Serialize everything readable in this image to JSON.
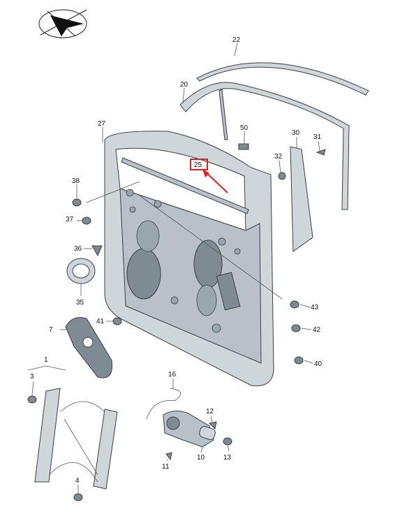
{
  "labels": {
    "l1": "1",
    "l3": "3",
    "l4": "4",
    "l7": "7",
    "l10": "10",
    "l11": "11",
    "l12": "12",
    "l13": "13",
    "l16": "16",
    "l20": "20",
    "l22": "22",
    "l25": "25",
    "l27": "27",
    "l30": "30",
    "l31": "31",
    "l32": "32",
    "l35": "35",
    "l36": "36",
    "l37": "37",
    "l38": "38",
    "l40": "40",
    "l41": "41",
    "l42": "42",
    "l43": "43",
    "l50": "50"
  },
  "highlight": {
    "label": "25",
    "color": "#e02020"
  },
  "colors": {
    "part": "#cfd6da",
    "outline": "#3a3f44"
  },
  "icons": {
    "compass": "north-arrow-icon"
  }
}
